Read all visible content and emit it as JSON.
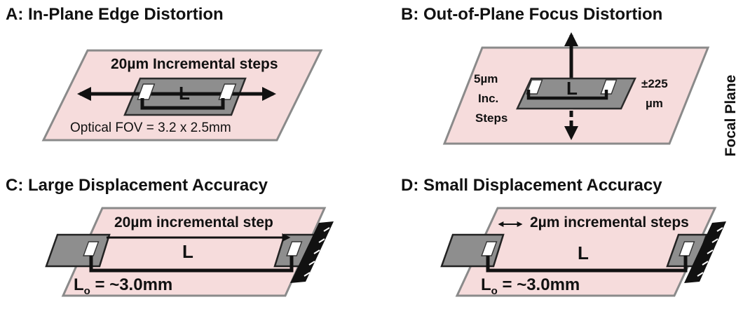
{
  "colors": {
    "plane_fill": "#f6dcdc",
    "plane_stroke": "#8a8a8a",
    "sample_fill": "#8e8e8e",
    "sample_stroke": "#2b2b2b",
    "arrow": "#111111"
  },
  "panels": {
    "a": {
      "title": "A: In-Plane Edge Distortion",
      "steps_label": "20µm Incremental steps",
      "length_label": "L",
      "fov_label": "Optical FOV = 3.2 x 2.5mm"
    },
    "b": {
      "title": "B: Out-of-Plane Focus Distortion",
      "step_line1": "5µm",
      "step_line2": "Inc.",
      "step_line3": "Steps",
      "length_label": "L",
      "range_line1": "±225",
      "range_line2": "µm",
      "plane_label": "Focal Plane"
    },
    "c": {
      "title": "C: Large Displacement Accuracy",
      "steps_label": "20µm incremental step",
      "length_label": "L",
      "lo_main": "L",
      "lo_sub": "o",
      "lo_value": " = ~3.0mm"
    },
    "d": {
      "title": "D: Small Displacement Accuracy",
      "steps_label": "2µm incremental steps",
      "length_label": "L",
      "lo_main": "L",
      "lo_sub": "o",
      "lo_value": " = ~3.0mm"
    }
  },
  "icons": [
    "double-arrow-icon",
    "marker-pad-icon",
    "clamp-icon"
  ]
}
